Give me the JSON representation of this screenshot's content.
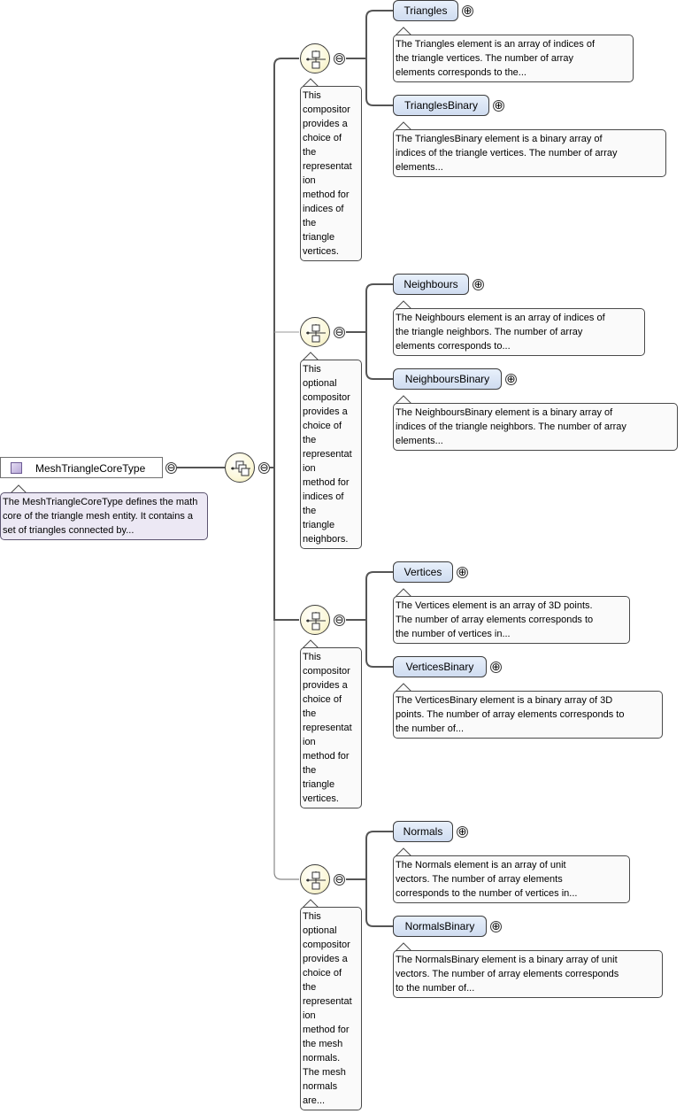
{
  "type_node": {
    "name": "MeshTriangleCoreType",
    "doc": "The MeshTriangleCoreType defines the math core of the triangle mesh entity. It contains a set of triangles connected by..."
  },
  "sequence_compositor": {
    "icon": "sequence-compositor-icon",
    "toggle": "⊖"
  },
  "choices": [
    {
      "icon": "choice-compositor-icon",
      "optional": false,
      "toggle": "⊖",
      "doc": "This\ncompositor\n provides a\nchoice of\nthe\nrepresentat\nion\nmethod for\nindices of\nthe\ntriangle\nvertices.",
      "elements": [
        {
          "name": "Triangles",
          "toggle": "⊕",
          "doc": "The Triangles element is an array of indices of\nthe triangle vertices. The number of array\nelements corresponds to the..."
        },
        {
          "name": "TrianglesBinary",
          "toggle": "⊕",
          "doc": "The TrianglesBinary element is a binary array of\nindices of the triangle vertices. The number of array\nelements..."
        }
      ]
    },
    {
      "icon": "choice-compositor-icon",
      "optional": true,
      "toggle": "⊖",
      "doc": "This\noptional\ncompositor\n provides a\nchoice of\nthe\nrepresentat\nion\nmethod for\nindices of\nthe\ntriangle\nneighbors.",
      "elements": [
        {
          "name": "Neighbours",
          "toggle": "⊕",
          "doc": "The Neighbours element is an array of indices of\nthe triangle neighbors. The number of array\nelements corresponds to..."
        },
        {
          "name": "NeighboursBinary",
          "toggle": "⊕",
          "doc": "The NeighboursBinary element is a binary array of\nindices of the triangle neighbors. The number of array\nelements..."
        }
      ]
    },
    {
      "icon": "choice-compositor-icon",
      "optional": false,
      "toggle": "⊖",
      "doc": "This\ncompositor\n provides a\nchoice of\nthe\nrepresentat\nion\nmethod for\nthe\ntriangle\nvertices.",
      "elements": [
        {
          "name": "Vertices",
          "toggle": "⊕",
          "doc": "The Vertices element is an array of 3D points.\nThe number of array elements corresponds to\nthe number of vertices in..."
        },
        {
          "name": "VerticesBinary",
          "toggle": "⊕",
          "doc": "The VerticesBinary element is a binary array of 3D\npoints. The number of array elements corresponds to\nthe number of..."
        }
      ]
    },
    {
      "icon": "choice-compositor-icon",
      "optional": true,
      "toggle": "⊖",
      "doc": "This\noptional\ncompositor\n provides a\nchoice of\nthe\nrepresentat\nion\nmethod for\nthe mesh\nnormals.\nThe mesh\nnormals\nare...",
      "elements": [
        {
          "name": "Normals",
          "toggle": "⊕",
          "doc": "The Normals element is an array of unit\nvectors. The number of array elements\ncorresponds to the number of vertices in..."
        },
        {
          "name": "NormalsBinary",
          "toggle": "⊕",
          "doc": "The NormalsBinary element is a binary array of unit\nvectors. The number of array elements corresponds\nto the number of..."
        }
      ]
    }
  ]
}
